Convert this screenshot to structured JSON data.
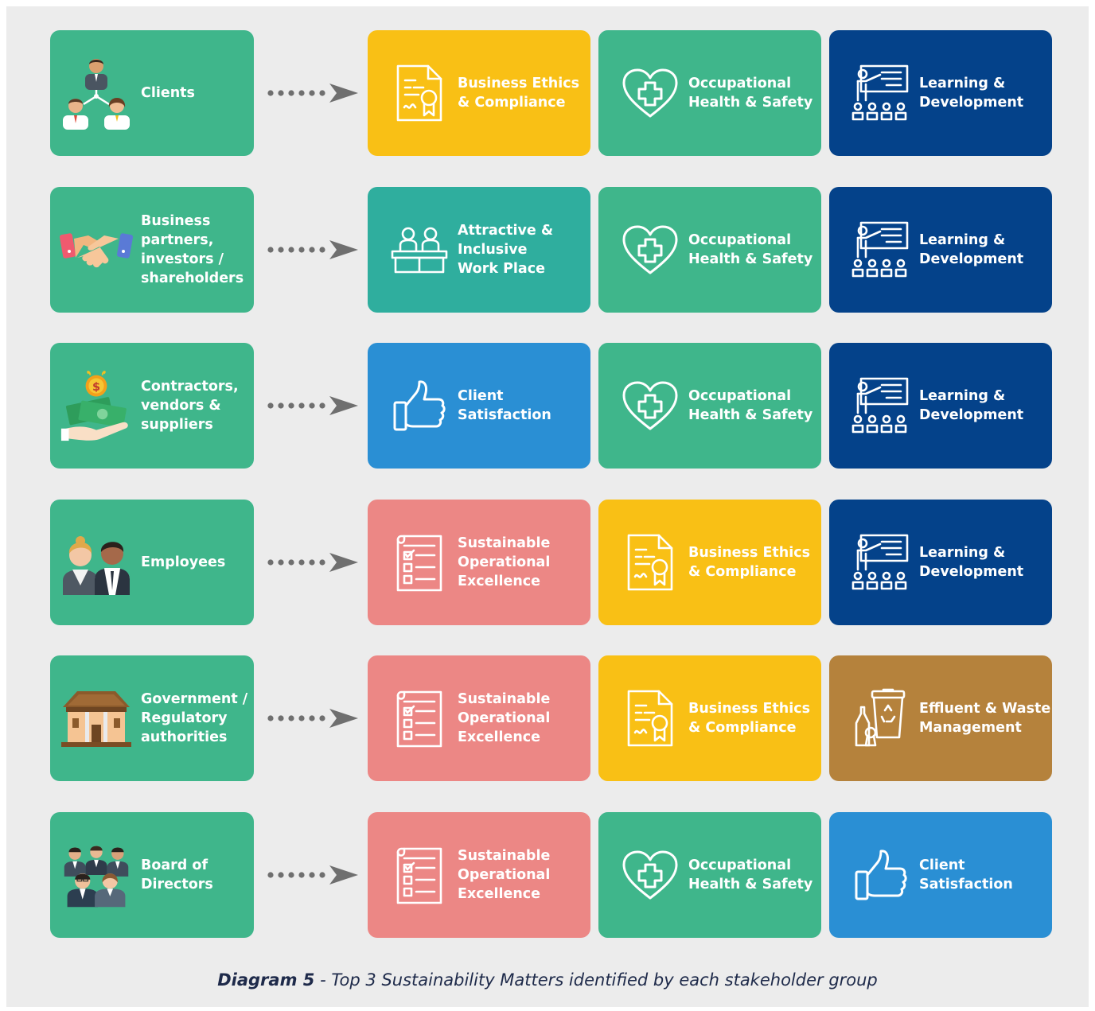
{
  "colors": {
    "stakeholder": "#3fb68b",
    "business_ethics": "#f9c015",
    "occupational_health": "#3fb68b",
    "learning": "#04428a",
    "attractive_workplace": "#2fae9e",
    "client_satisfaction": "#2a8fd4",
    "sustainable_ops": "#ec8785",
    "effluent_waste": "#b5823c",
    "arrow": "#6f6f6f",
    "background": "#ececec"
  },
  "rows": [
    {
      "stakeholder": {
        "label": "Clients",
        "icon": "people-network-icon"
      },
      "matters": [
        {
          "label": "Business Ethics\n& Compliance",
          "icon": "certificate-icon",
          "kind": "business_ethics"
        },
        {
          "label": "Occupational\nHealth & Safety",
          "icon": "heart-cross-icon",
          "kind": "occupational_health"
        },
        {
          "label": "Learning &\nDevelopment",
          "icon": "presentation-board-icon",
          "kind": "learning"
        }
      ]
    },
    {
      "stakeholder": {
        "label": "Business\npartners,\ninvestors /\nshareholders",
        "icon": "handshake-icon"
      },
      "matters": [
        {
          "label": "Attractive &\nInclusive\nWork Place",
          "icon": "desk-people-icon",
          "kind": "attractive_workplace"
        },
        {
          "label": "Occupational\nHealth & Safety",
          "icon": "heart-cross-icon",
          "kind": "occupational_health"
        },
        {
          "label": "Learning &\nDevelopment",
          "icon": "presentation-board-icon",
          "kind": "learning"
        }
      ]
    },
    {
      "stakeholder": {
        "label": "Contractors,\nvendors &\nsuppliers",
        "icon": "money-hand-icon"
      },
      "matters": [
        {
          "label": "Client\nSatisfaction",
          "icon": "thumbs-up-icon",
          "kind": "client_satisfaction"
        },
        {
          "label": "Occupational\nHealth & Safety",
          "icon": "heart-cross-icon",
          "kind": "occupational_health"
        },
        {
          "label": "Learning &\nDevelopment",
          "icon": "presentation-board-icon",
          "kind": "learning"
        }
      ]
    },
    {
      "stakeholder": {
        "label": "Employees",
        "icon": "employees-icon"
      },
      "matters": [
        {
          "label": "Sustainable\nOperational\nExcellence",
          "icon": "checklist-icon",
          "kind": "sustainable_ops"
        },
        {
          "label": "Business Ethics\n& Compliance",
          "icon": "certificate-icon",
          "kind": "business_ethics"
        },
        {
          "label": "Learning &\nDevelopment",
          "icon": "presentation-board-icon",
          "kind": "learning"
        }
      ]
    },
    {
      "stakeholder": {
        "label": "Government /\nRegulatory\nauthorities",
        "icon": "government-building-icon"
      },
      "matters": [
        {
          "label": "Sustainable\nOperational\nExcellence",
          "icon": "checklist-icon",
          "kind": "sustainable_ops"
        },
        {
          "label": "Business Ethics\n& Compliance",
          "icon": "certificate-icon",
          "kind": "business_ethics"
        },
        {
          "label": "Effluent & Waste\nManagement",
          "icon": "recycle-bin-icon",
          "kind": "effluent_waste"
        }
      ]
    },
    {
      "stakeholder": {
        "label": "Board of\nDirectors",
        "icon": "board-members-icon"
      },
      "matters": [
        {
          "label": "Sustainable\nOperational\nExcellence",
          "icon": "checklist-icon",
          "kind": "sustainable_ops"
        },
        {
          "label": "Occupational\nHealth & Safety",
          "icon": "heart-cross-icon",
          "kind": "occupational_health"
        },
        {
          "label": "Client\nSatisfaction",
          "icon": "thumbs-up-icon",
          "kind": "client_satisfaction"
        }
      ]
    }
  ],
  "caption": {
    "bold": "Diagram 5",
    "text": " - Top 3 Sustainability Matters identified by each stakeholder group"
  }
}
